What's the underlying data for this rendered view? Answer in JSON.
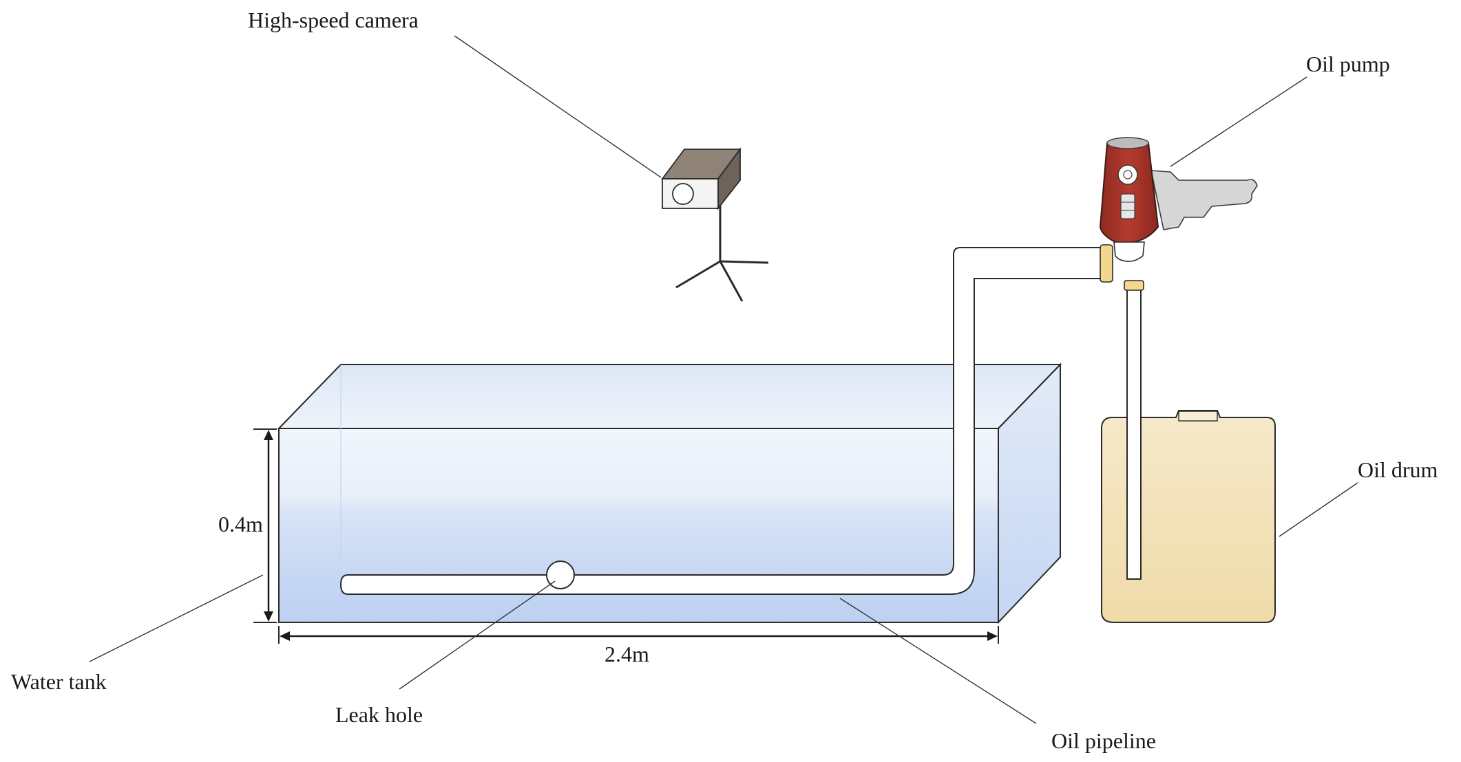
{
  "labels": {
    "camera": "High-speed camera",
    "pump": "Oil pump",
    "drum": "Oil drum",
    "tank": "Water tank",
    "leak": "Leak hole",
    "pipeline": "Oil pipeline",
    "height": "0.4m",
    "length": "2.4m"
  },
  "colors": {
    "water_top": "#eef3fb",
    "water_bottom": "#c6d7f4",
    "pump_body": "#a8322a",
    "oil_drum": "#f3e3b8",
    "pipe": "#ffffff",
    "fitting": "#f2d78c",
    "handle": "#cfcfcf"
  }
}
